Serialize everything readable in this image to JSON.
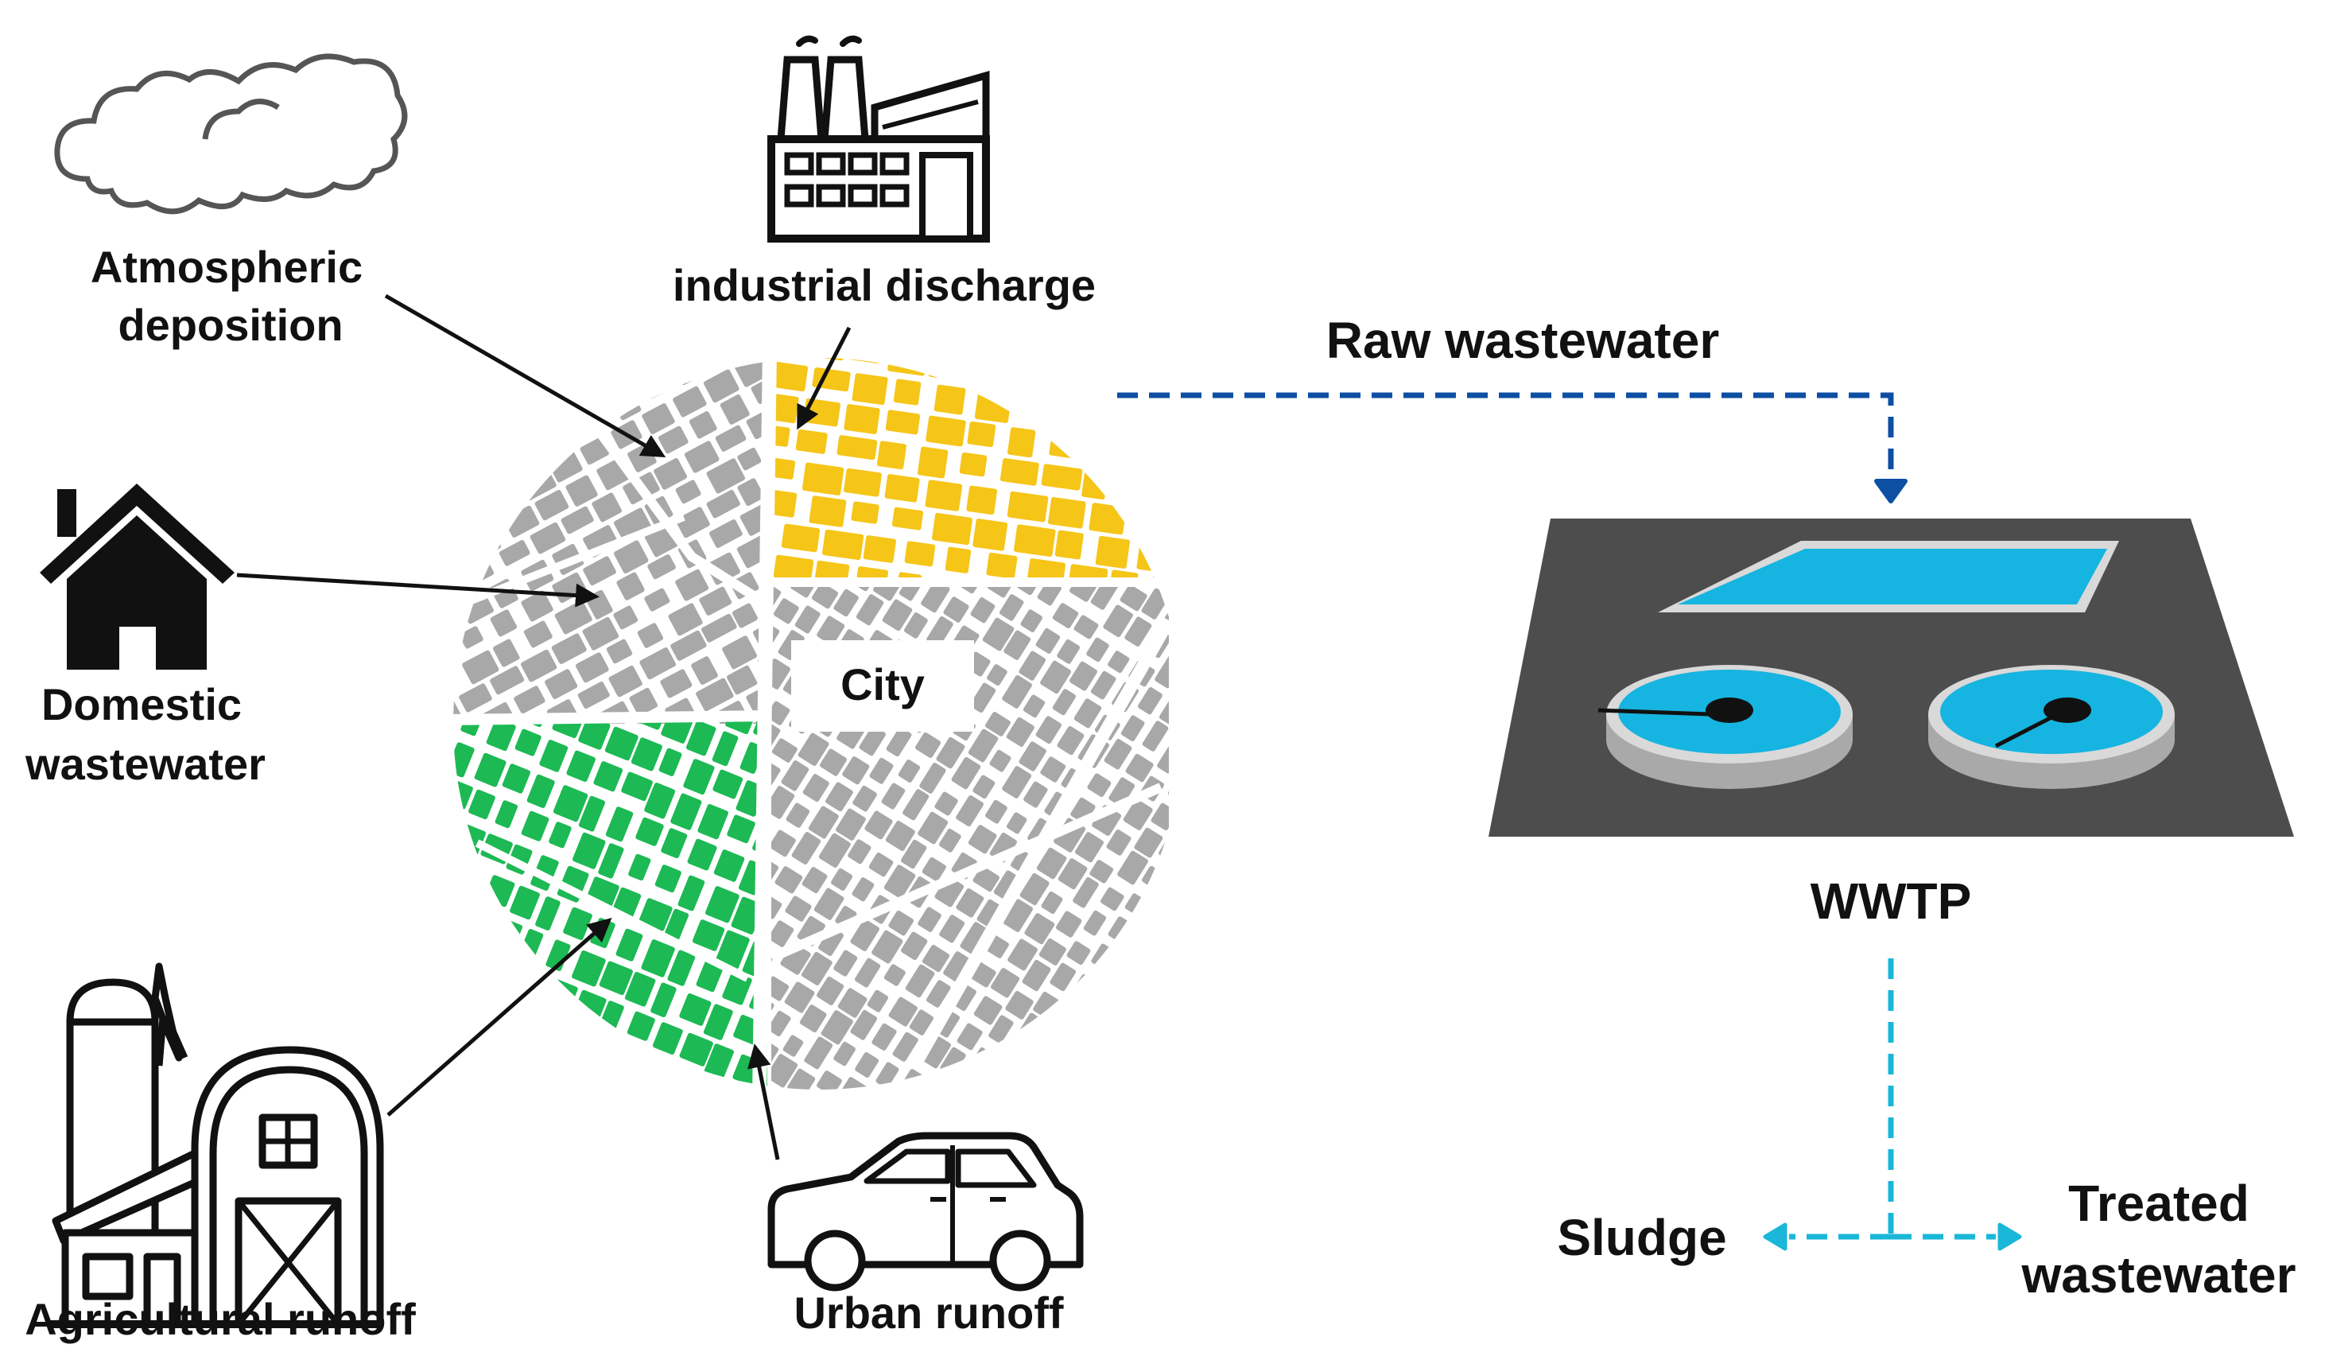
{
  "labels": {
    "atmospheric_line1": "Atmospheric",
    "atmospheric_line2": "deposition",
    "industrial": "industrial discharge",
    "domestic_line1": "Domestic",
    "domestic_line2": "wastewater",
    "agricultural": "Agricultural runoff",
    "urban": "Urban runoff",
    "city": "City",
    "raw": "Raw wastewater",
    "wwtp": "WWTP",
    "sludge": "Sludge",
    "treated_line1": "Treated",
    "treated_line2": "wastewater"
  },
  "icons": {
    "cloud": "cloud-icon",
    "factory": "factory-icon",
    "house": "house-icon",
    "farm": "farm-barn-icon",
    "car": "car-icon",
    "city_map": "city-map-icon",
    "plant": "wastewater-treatment-plant-icon"
  },
  "colors": {
    "industrial_zone": "#f5c518",
    "agricultural_zone": "#1db954",
    "city_blocks": "#a8a8a8",
    "raw_flow": "#0d4fa3",
    "treated_flow": "#1bb7d8",
    "plant_base": "#4d4d4d",
    "water": "#16b4e0",
    "outline": "#111111"
  }
}
